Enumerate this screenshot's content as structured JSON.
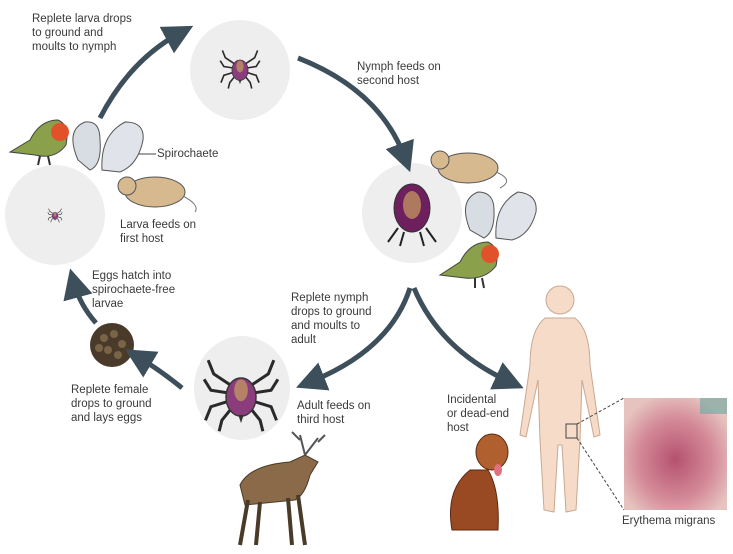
{
  "title": "Tick life cycle and Lyme disease transmission",
  "labels": {
    "larva_moult": [
      "Replete larva drops",
      "to ground and",
      "moults to nymph"
    ],
    "nymph_feeds": [
      "Nymph feeds on",
      "second host"
    ],
    "spirochaete": "Spirochaete",
    "larva_feeds": [
      "Larva feeds on",
      "first host"
    ],
    "eggs_hatch": [
      "Eggs hatch into",
      "spirochaete-free",
      "larvae"
    ],
    "nymph_moult": [
      "Replete nymph",
      "drops to ground",
      "and moults to",
      "adult"
    ],
    "female_lays": [
      "Replete female",
      "drops to ground",
      "and lays eggs"
    ],
    "adult_feeds": [
      "Adult feeds on",
      "third host"
    ],
    "incidental": [
      "Incidental",
      "or dead-end",
      "host"
    ],
    "erythema": "Erythema migrans"
  },
  "colors": {
    "arrow": "#3d4f5a",
    "circle": "#eeeeee",
    "tick": "#7a2a6e",
    "skin": "#f6dcc8"
  }
}
